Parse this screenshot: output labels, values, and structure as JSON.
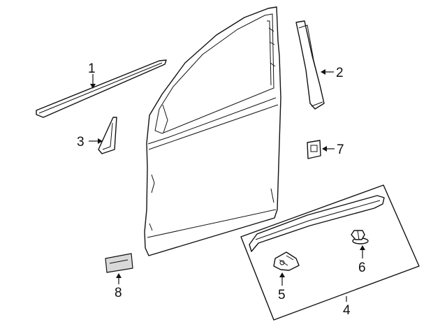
{
  "diagram": {
    "callouts": [
      {
        "id": "1",
        "label": "1"
      },
      {
        "id": "2",
        "label": "2"
      },
      {
        "id": "3",
        "label": "3"
      },
      {
        "id": "4",
        "label": "4"
      },
      {
        "id": "5",
        "label": "5"
      },
      {
        "id": "6",
        "label": "6"
      },
      {
        "id": "7",
        "label": "7"
      },
      {
        "id": "8",
        "label": "8"
      }
    ],
    "colors": {
      "line": "#111111",
      "fill": "#ffffff",
      "shade": "#d9d9d9"
    }
  }
}
